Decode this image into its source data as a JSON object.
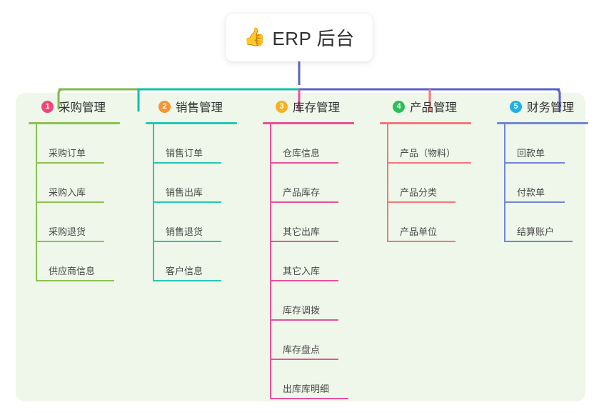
{
  "root": {
    "icon": "thumbs-up-emoji",
    "emoji": "👍",
    "title": "ERP 后台"
  },
  "palette": {
    "panel_bg": "#eef7e9",
    "page_bg": "#ffffff",
    "root_stem": "#5a62c8",
    "bar_green": "#7dbb4a",
    "bar_teal": "#11c1a6",
    "bar_indigo": "#5a62c8"
  },
  "branches": [
    {
      "number": "1",
      "label": "采购管理",
      "badge_color": "#f2457a",
      "line_color": "#8cc152",
      "items": [
        "采购订单",
        "采购入库",
        "采购退货",
        "供应商信息"
      ]
    },
    {
      "number": "2",
      "label": "销售管理",
      "badge_color": "#f79432",
      "line_color": "#26c6b4",
      "items": [
        "销售订单",
        "销售出库",
        "销售退货",
        "客户信息"
      ]
    },
    {
      "number": "3",
      "label": "库存管理",
      "badge_color": "#f5b120",
      "line_color": "#e8509c",
      "items": [
        "仓库信息",
        "产品库存",
        "其它出库",
        "其它入库",
        "库存调拨",
        "库存盘点",
        "出库库明细"
      ]
    },
    {
      "number": "4",
      "label": "产品管理",
      "badge_color": "#2dbd5a",
      "line_color": "#f4767a",
      "items": [
        "产品（物料）",
        "产品分类",
        "产品单位"
      ]
    },
    {
      "number": "5",
      "label": "财务管理",
      "badge_color": "#1eb0e8",
      "line_color": "#7187d6",
      "items": [
        "回款单",
        "付款单",
        "结算账户"
      ]
    }
  ]
}
